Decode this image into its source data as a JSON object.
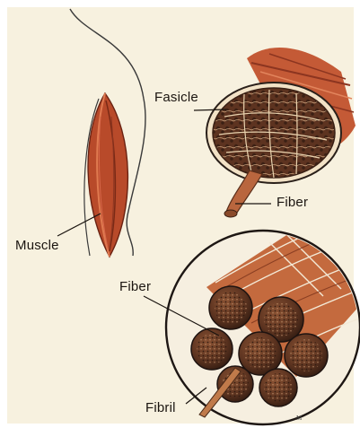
{
  "labels": {
    "fasicle": "Fasicle",
    "fiber_top": "Fiber",
    "muscle": "Muscle",
    "fiber_bottom": "Fiber",
    "fibril": "Fibril"
  },
  "colors": {
    "paper": "#f7f1df",
    "muscle_red": "#b84a2a",
    "muscle_dark": "#7a2a16",
    "bundle_brown": "#6b3a22",
    "fibril_dark": "#3e2418",
    "outline": "#2a201a"
  }
}
